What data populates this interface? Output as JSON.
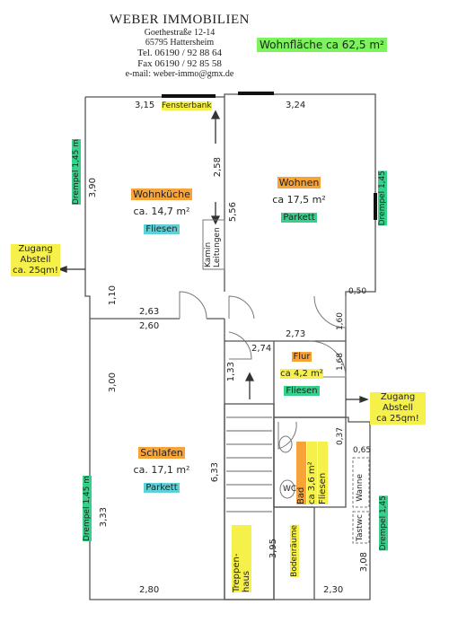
{
  "header": {
    "company": "WEBER IMMOBILIEN",
    "street": "Goethestraße 12-14",
    "city": "65795 Hattersheim",
    "tel": "Tel. 06190 / 92 88 64",
    "fax": "Fax 06190 / 92 85 58",
    "email": "e-mail: weber-immo@gmx.de"
  },
  "total_area": "Wohnfläche ca 62,5 m²",
  "rooms": {
    "wohnkueche": {
      "name": "Wohnküche",
      "area": "ca. 14,7 m²",
      "floor": "Fliesen"
    },
    "wohnen": {
      "name": "Wohnen",
      "area": "ca 17,5 m²",
      "floor": "Parkett"
    },
    "flur": {
      "name": "Flur",
      "area": "ca 4,2 m²",
      "floor": "Fliesen"
    },
    "schlafen": {
      "name": "Schlafen",
      "area": "ca. 17,1 m²",
      "floor": "Parkett"
    },
    "bad": {
      "name": "Bad",
      "area": "ca 3,6 m²",
      "floor": "Fliesen"
    }
  },
  "notes": {
    "zugang_left": [
      "Zugang",
      "Abstell",
      "ca. 25qm!"
    ],
    "zugang_right": [
      "Zugang",
      "Abstell",
      "ca 25qm!"
    ],
    "fensterbank": "Fensterbank",
    "kamin": [
      "Kamin",
      "Leitungen"
    ],
    "treppenhaus": [
      "Treppen-",
      "haus"
    ],
    "bodenraume": "Bodenräume",
    "drempel_wk": "Drempel 1,45 m",
    "drempel_schlafen": "Drempel 1,45 m",
    "drempel_wohnen": "Drempel 1,45",
    "drempel_right_low": "Drempel 1,45",
    "wanne": "Wanne",
    "tastwc": "Tastwc",
    "wc": "WC"
  },
  "dimensions": {
    "top_left": "3,15",
    "top_right": "3,24",
    "wk_height": "3,90",
    "mid_wall_2_58": "2,58",
    "mid_wall_5_56": "5,56",
    "wk_small": "1,10",
    "wk_bottom": "2,63",
    "schlafen_top": "2,60",
    "schlafen_left": "3,00",
    "schlafen_left_low": "3,33",
    "schlafen_bottom": "2,80",
    "wohnen_small": "0,50",
    "wohnen_bottom_right": "1,60",
    "flur_top": "2,73",
    "flur_top2": "2,74",
    "flur_left": "1,33",
    "flur_right": "1,68",
    "bad_w": "0,37",
    "bad_w2": "0,65",
    "stair_h": "6,33",
    "stair_low": "3,95",
    "bath_bottom": "2,30",
    "bath_right_low": "3,08"
  },
  "colors": {
    "orange": "#f6a43a",
    "green": "#35d08a",
    "yellow": "#f6f04a",
    "cyan": "#5fd0d6"
  }
}
